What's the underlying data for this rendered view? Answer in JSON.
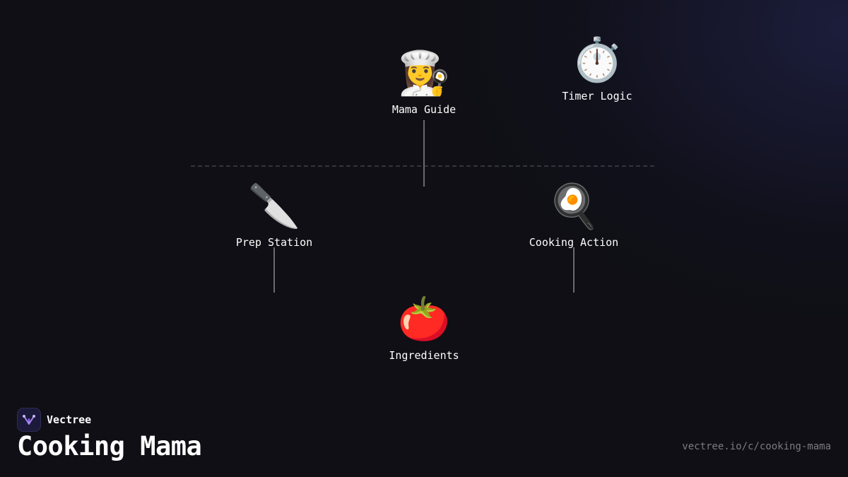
{
  "brand": {
    "name": "Vectree",
    "logo_icon": "tree-branch-icon",
    "accent": "#8b5cf6"
  },
  "page": {
    "title": "Cooking Mama",
    "url": "vectree.io/c/cooking-mama"
  },
  "diagram": {
    "nodes": [
      {
        "id": "mama-guide",
        "icon": "chef-icon",
        "emoji": "👩‍🍳",
        "label": "Mama Guide"
      },
      {
        "id": "timer-logic",
        "icon": "stopwatch-icon",
        "emoji": "⏱️",
        "label": "Timer Logic"
      },
      {
        "id": "prep-station",
        "icon": "knife-icon",
        "emoji": "🔪",
        "label": "Prep Station"
      },
      {
        "id": "cooking-action",
        "icon": "frying-pan-icon",
        "emoji": "🍳",
        "label": "Cooking Action"
      },
      {
        "id": "ingredients",
        "icon": "tomato-icon",
        "emoji": "🍅",
        "label": "Ingredients"
      }
    ],
    "edges": [
      {
        "from": "mama-guide",
        "to": "divider"
      },
      {
        "from": "prep-station",
        "to": "ingredients"
      },
      {
        "from": "cooking-action",
        "to": "ingredients"
      }
    ]
  },
  "colors": {
    "background": "#0f0f15",
    "edge": "#6a6a70",
    "divider": "#34343c",
    "text": "#ffffff",
    "muted": "#7b7b82"
  }
}
